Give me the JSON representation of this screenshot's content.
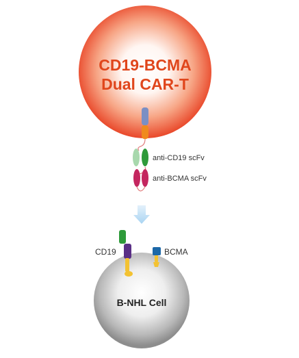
{
  "car_t_cell": {
    "title_line1": "CD19-BCMA",
    "title_line2": "Dual CAR-T",
    "title_color": "#e0461c",
    "cell_edge_color": "#e9482a",
    "cell_center_color": "#ffffff"
  },
  "receptor": {
    "anti_cd19_label": "anti-CD19 scFv",
    "anti_bcma_label": "anti-BCMA scFv",
    "anti_cd19_color": "#2e9a3a",
    "anti_bcma_color": "#c4265f",
    "hinge_color": "#f08a1e",
    "transmembrane_color": "#7b8fc4"
  },
  "arrow": {
    "color": "#a9d4f2"
  },
  "target_cell": {
    "title": "B-NHL Cell",
    "cd19_label": "CD19",
    "bcma_label": "BCMA",
    "cd19_color": "#2e9a3a",
    "cd19_stem_color": "#5a2f86",
    "bcma_color": "#1c68a8",
    "stalk_color": "#f3c232"
  }
}
